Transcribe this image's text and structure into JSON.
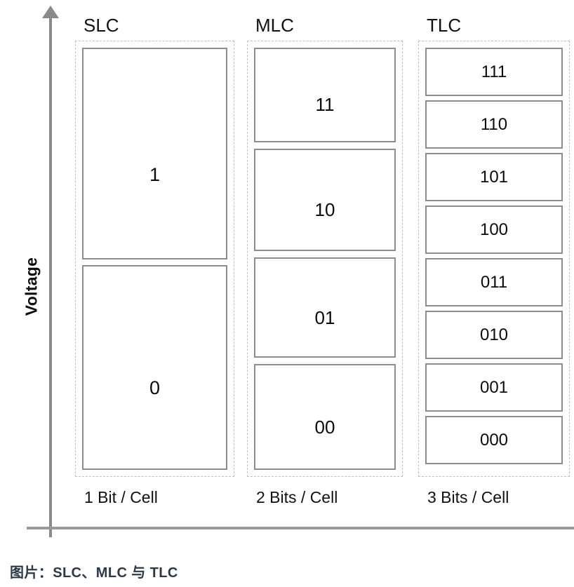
{
  "axes": {
    "y_label": "Voltage",
    "y_arrow_icon": "arrow-up-icon",
    "axis_color": "#8a8a8a"
  },
  "columns": [
    {
      "id": "slc",
      "header": "SLC",
      "footer": "1 Bit / Cell",
      "cells": [
        "1",
        "0"
      ]
    },
    {
      "id": "mlc",
      "header": "MLC",
      "footer": "2 Bits / Cell",
      "cells": [
        "11",
        "10",
        "01",
        "00"
      ]
    },
    {
      "id": "tlc",
      "header": "TLC",
      "footer": "3 Bits / Cell",
      "cells": [
        "111",
        "110",
        "101",
        "100",
        "011",
        "010",
        "001",
        "000"
      ]
    }
  ],
  "caption": "图片：SLC、MLC 与 TLC",
  "colors": {
    "cell_border": "#8d8d8d",
    "container_border": "#c0c0c0",
    "text": "#111111",
    "caption_text": "#2b3a4a"
  }
}
